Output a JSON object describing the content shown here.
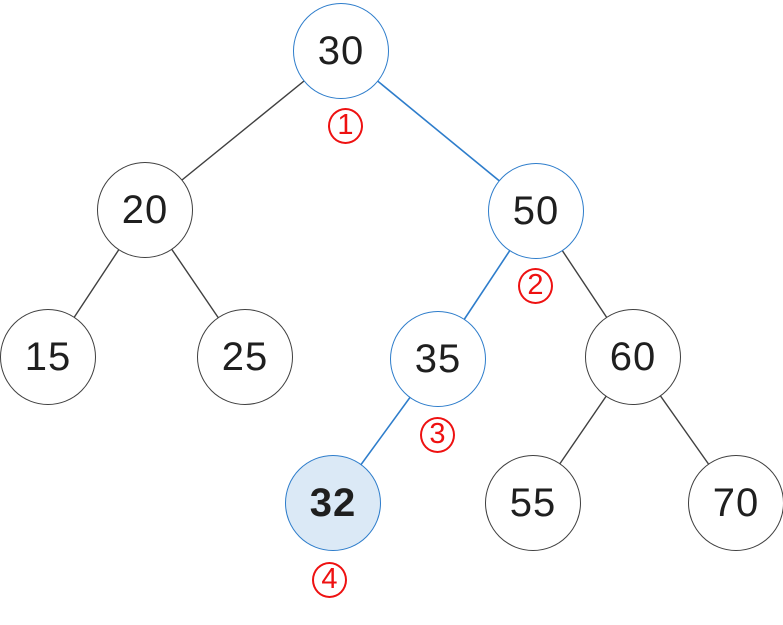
{
  "diagram_type": "binary-search-tree",
  "colors": {
    "background": "#ffffff",
    "node_stroke": "#404040",
    "highlight_stroke": "#2e7dcb",
    "highlight_fill": "#dbe9f6",
    "badge_red": "#ee1111",
    "text": "#1f1f1f"
  },
  "tree": {
    "nodes": [
      {
        "value": "30",
        "stroke": "blue",
        "filled": false
      },
      {
        "value": "20",
        "stroke": "black",
        "filled": false
      },
      {
        "value": "50",
        "stroke": "blue",
        "filled": false
      },
      {
        "value": "15",
        "stroke": "black",
        "filled": false
      },
      {
        "value": "25",
        "stroke": "black",
        "filled": false
      },
      {
        "value": "35",
        "stroke": "blue",
        "filled": false
      },
      {
        "value": "60",
        "stroke": "black",
        "filled": false
      },
      {
        "value": "32",
        "stroke": "blue",
        "filled": true
      },
      {
        "value": "55",
        "stroke": "black",
        "filled": false
      },
      {
        "value": "70",
        "stroke": "black",
        "filled": false
      }
    ],
    "edges": [
      {
        "from": "30",
        "to": "20",
        "color": "black"
      },
      {
        "from": "30",
        "to": "50",
        "color": "blue"
      },
      {
        "from": "20",
        "to": "15",
        "color": "black"
      },
      {
        "from": "20",
        "to": "25",
        "color": "black"
      },
      {
        "from": "50",
        "to": "35",
        "color": "blue"
      },
      {
        "from": "50",
        "to": "60",
        "color": "black"
      },
      {
        "from": "35",
        "to": "32",
        "color": "blue"
      },
      {
        "from": "60",
        "to": "55",
        "color": "black"
      },
      {
        "from": "60",
        "to": "70",
        "color": "black"
      }
    ],
    "highlighted_path": [
      "30",
      "50",
      "35",
      "32"
    ]
  },
  "badges": [
    {
      "label": "1"
    },
    {
      "label": "2"
    },
    {
      "label": "3"
    },
    {
      "label": "4"
    }
  ]
}
